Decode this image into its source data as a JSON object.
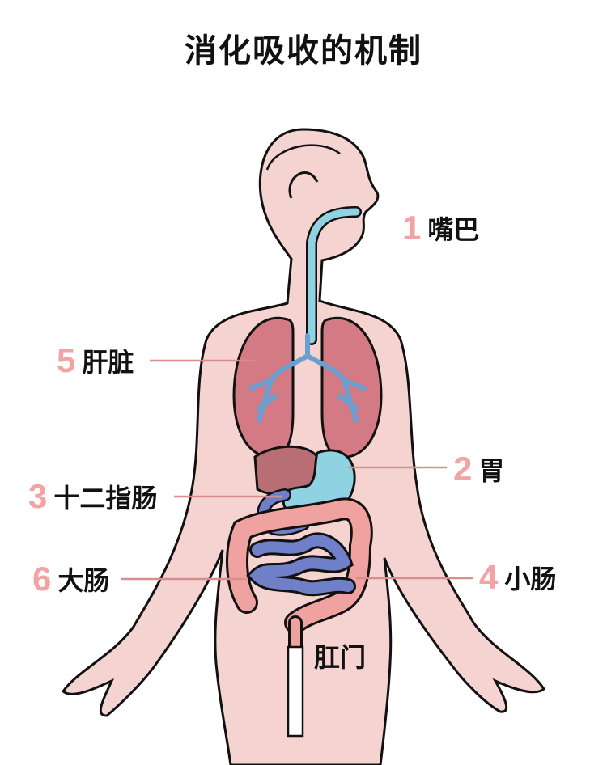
{
  "title": "消化吸收的机制",
  "labels": [
    {
      "number": "1",
      "text": "嘴巴"
    },
    {
      "number": "2",
      "text": "胃"
    },
    {
      "number": "3",
      "text": "十二指肠"
    },
    {
      "number": "4",
      "text": "小肠"
    },
    {
      "number": "5",
      "text": "肝脏"
    },
    {
      "number": "6",
      "text": "大肠"
    },
    {
      "number": "",
      "text": "肛门"
    }
  ],
  "colors": {
    "skin": "#f4d3d0",
    "lungs": "#d47a85",
    "stomach": "#8fd3e3",
    "intestine_small": "#6f80c8",
    "intestine_large": "#f0a2a0",
    "liver": "#b96d74",
    "number": "#f2a3a3"
  }
}
